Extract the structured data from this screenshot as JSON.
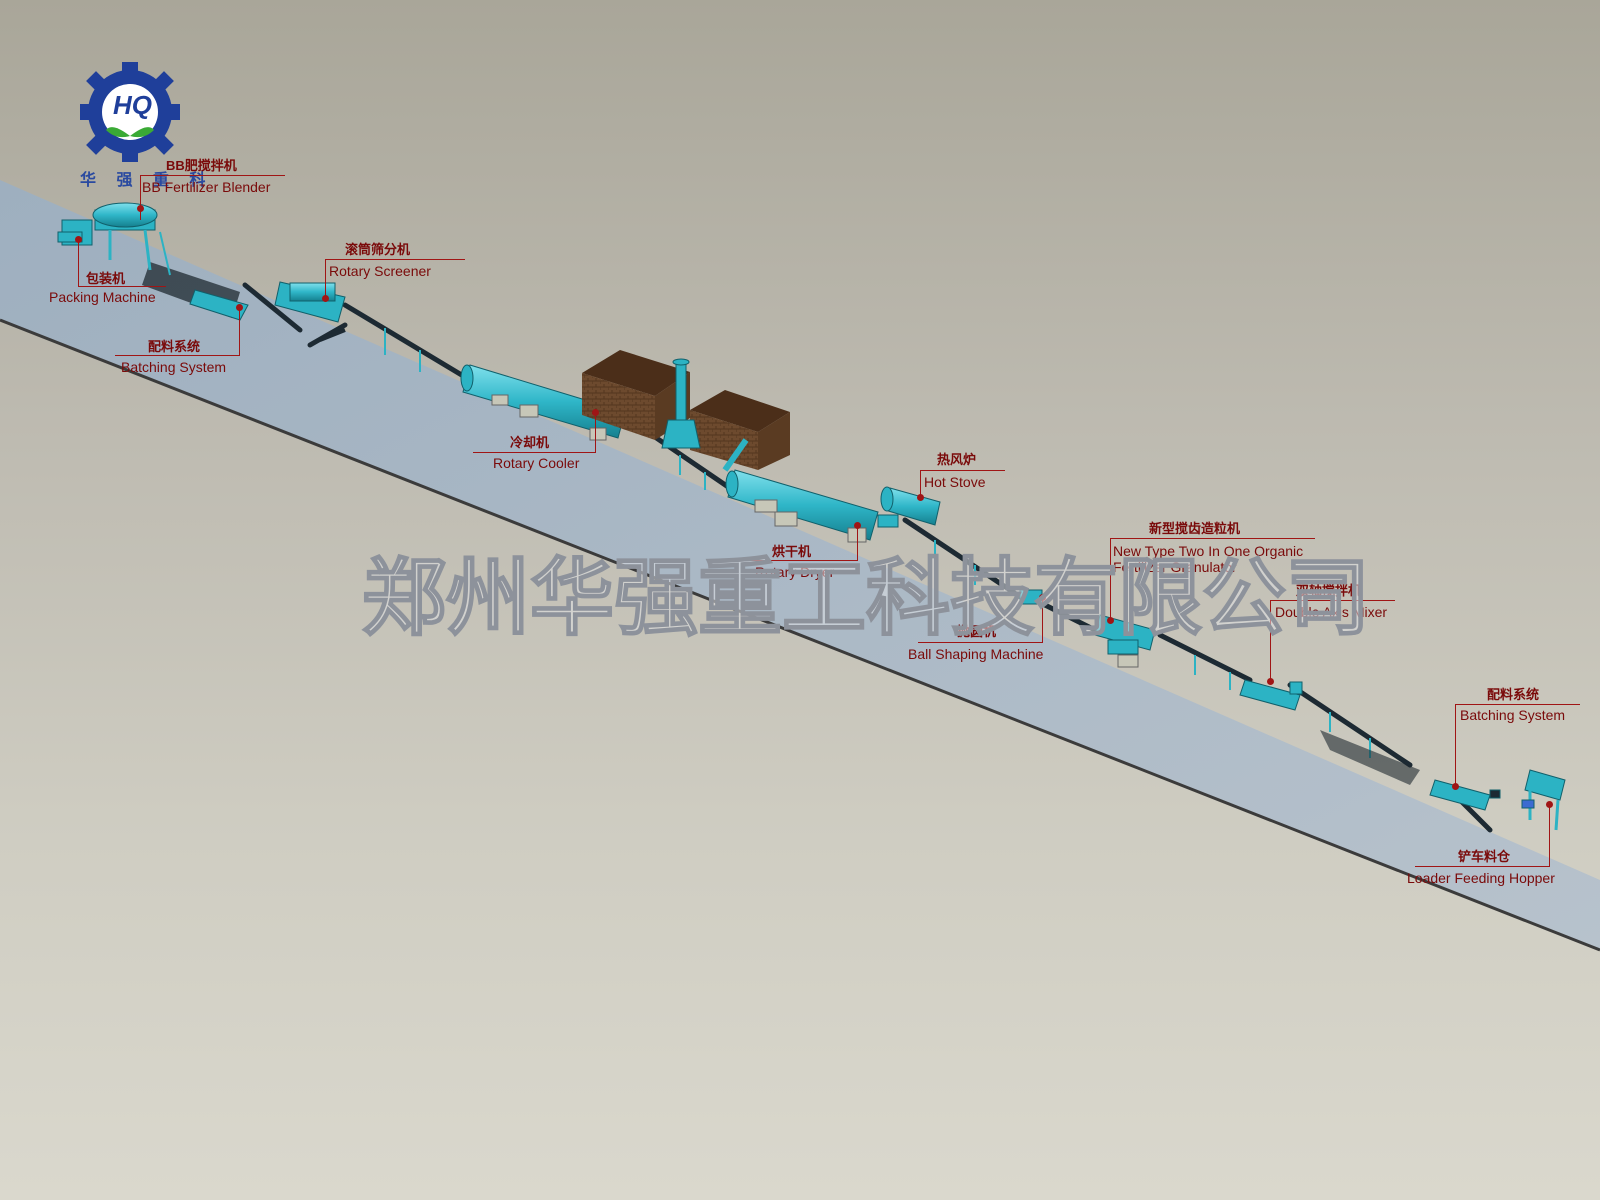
{
  "logo": {
    "monogram": "HQ",
    "text": "华 强 重 科",
    "colors": {
      "gear": "#1f3f9a",
      "leaf": "#3aaa35"
    }
  },
  "watermark": "郑州华强重工科技有限公司",
  "equipment": [
    {
      "id": "bb-blender",
      "cn": "BB肥搅拌机",
      "en": "BB Fertilizer Blender"
    },
    {
      "id": "packing",
      "cn": "包装机",
      "en": "Packing Machine"
    },
    {
      "id": "batching-left",
      "cn": "配料系统",
      "en": "Batching System"
    },
    {
      "id": "screener",
      "cn": "滚筒筛分机",
      "en": "Rotary Screener"
    },
    {
      "id": "cooler",
      "cn": "冷却机",
      "en": "Rotary Cooler"
    },
    {
      "id": "hot-stove",
      "cn": "热风炉",
      "en": "Hot Stove"
    },
    {
      "id": "dryer",
      "cn": "烘干机",
      "en": "Rotary Dryer"
    },
    {
      "id": "granulator",
      "cn": "新型搅齿造粒机",
      "en": "New Type Two In One Organic Fertilizer Granulator"
    },
    {
      "id": "ball-shaping",
      "cn": "抛圆机",
      "en": "Ball Shaping Machine"
    },
    {
      "id": "mixer",
      "cn": "双轴搅拌机",
      "en": "Double Axis Mixer"
    },
    {
      "id": "batching-right",
      "cn": "配料系统",
      "en": "Batching System"
    },
    {
      "id": "hopper",
      "cn": "铲车料仓",
      "en": "Loader Feeding Hopper"
    }
  ],
  "colors": {
    "machine": "#2cb3c4",
    "label": "#7a0a0a",
    "floor": "#a6b4c2",
    "building": "#6b4a30"
  }
}
